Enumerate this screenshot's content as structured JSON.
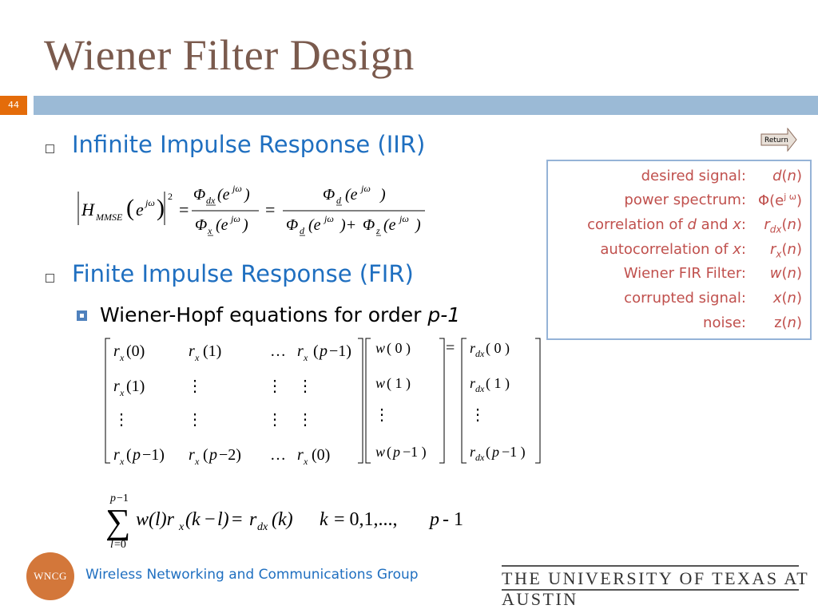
{
  "slide": {
    "title": "Wiener Filter Design",
    "number": "44"
  },
  "bullets": {
    "iir": "Infinite Impulse Response (IIR)",
    "fir": "Finite Impulse Response (FIR)",
    "whopf_prefix": "Wiener-Hopf equations for order ",
    "whopf_order": "p-1"
  },
  "return_button": "Return",
  "info_box": [
    {
      "label": "desired signal:",
      "symbol": "d(n)"
    },
    {
      "label": "power spectrum:",
      "symbol": "Φ(e jω)"
    },
    {
      "label": "correlation of d and x:",
      "symbol": "rdx(n)"
    },
    {
      "label": "autocorrelation of x:",
      "symbol": "rx(n)"
    },
    {
      "label": "Wiener FIR Filter:",
      "symbol": "w(n)"
    },
    {
      "label": "corrupted signal:",
      "symbol": "x(n)"
    },
    {
      "label": "noise:",
      "symbol": "z(n)"
    }
  ],
  "footer": {
    "group": "Wireless Networking and Communications Group",
    "university": "THE UNIVERSITY OF TEXAS AT AUSTIN",
    "logo": "WNCG"
  },
  "colors": {
    "title": "#7a5a4d",
    "accent_blue": "#1f6fc0",
    "info_red": "#c0504d",
    "bar_blue": "#9bbad6",
    "slide_num_orange": "#e46c0a"
  }
}
